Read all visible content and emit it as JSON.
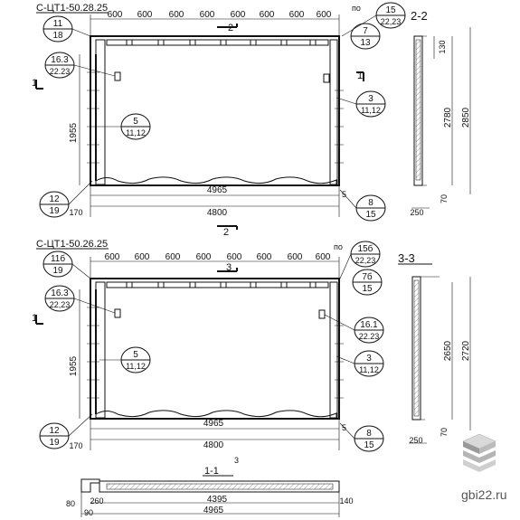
{
  "panel1": {
    "code": "С-ЦТ1-50.28.25",
    "dims_top": [
      "600",
      "600",
      "600",
      "600",
      "600",
      "600",
      "600",
      "600"
    ],
    "height": "1955",
    "inner_width": "4965",
    "width": "4800",
    "left": "170",
    "callouts": {
      "c11_18": {
        "top": "11",
        "bottom": "18"
      },
      "c16_3": {
        "top": "16.3",
        "bottom": "22.23"
      },
      "c5": {
        "top": "5",
        "bottom": "11,12"
      },
      "c12_19": {
        "top": "12",
        "bottom": "19"
      },
      "c15": {
        "top": "15",
        "bottom": "22,23"
      },
      "c7": {
        "top": "7",
        "bottom": "13"
      },
      "c3": {
        "top": "3",
        "bottom": "11,12"
      },
      "c8": {
        "top": "8",
        "bottom": "15"
      }
    },
    "po": "по",
    "n5": "5",
    "cut_2": "2",
    "cut_1": "1"
  },
  "section2": {
    "label": "2-2",
    "d130": "130",
    "d2780": "2780",
    "d2850": "2850",
    "d70": "70",
    "d250": "250"
  },
  "panel2": {
    "code": "С-ЦТ1-50.26.25",
    "dims_top": [
      "600",
      "600",
      "600",
      "600",
      "600",
      "600",
      "600",
      "600"
    ],
    "height": "1955",
    "inner_width": "4965",
    "width": "4800",
    "left": "170",
    "callouts": {
      "c11b_19": {
        "top": "11б",
        "bottom": "19"
      },
      "c16_3": {
        "top": "16.3",
        "bottom": "22,23"
      },
      "c5": {
        "top": "5",
        "bottom": "11,12"
      },
      "c12_19": {
        "top": "12",
        "bottom": "19"
      },
      "c15b": {
        "top": "15б",
        "bottom": "22,23"
      },
      "c7b": {
        "top": "7б",
        "bottom": "15"
      },
      "c16_1": {
        "top": "16.1",
        "bottom": "22.23"
      },
      "c3": {
        "top": "3",
        "bottom": "11,12"
      },
      "c8": {
        "top": "8",
        "bottom": "15"
      }
    },
    "po": "по",
    "n5": "5",
    "cut_3": "3",
    "cut_1": "1"
  },
  "section3": {
    "label": "3-3",
    "d2650": "2650",
    "d2720": "2720",
    "d70": "70",
    "d250": "250"
  },
  "section1": {
    "label": "1-1",
    "cut_3": "3",
    "d80": "80",
    "d90": "90",
    "d260": "260",
    "d4395": "4395",
    "d4965": "4965",
    "d140": "140"
  },
  "watermark": "gbi22.ru",
  "colors": {
    "ink": "#111111",
    "logo_top": "#d9d9d9",
    "logo_side": "#9a9a9a"
  }
}
